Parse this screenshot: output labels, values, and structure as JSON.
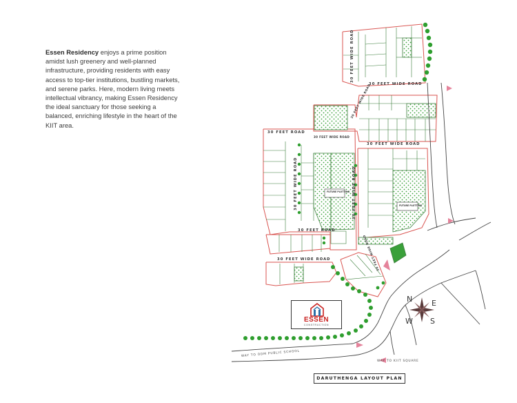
{
  "intro": {
    "brand": "Essen Residency",
    "text": " enjoys a prime position amidst lush greenery and well-planned infrastructure, providing residents with easy access to top-tier institutions, bustling markets, and serene parks. Here, modern living meets intellectual vibrancy, making Essen Residency the ideal sanctuary for those seeking a balanced, enriching lifestyle in the heart of the KIIT area."
  },
  "roads": {
    "r1": "30 FEET WIDE ROAD",
    "r2": "30 FEET WIDE ROAD",
    "r3": "30 FEET WIDE ROAD",
    "r4": "30 FEET ROAD",
    "r5": "30 FEET WIDE ROAD",
    "r6": "30 FEET WIDE ROAD",
    "r7": "30 FEET WIDE ROAD",
    "r8": "30 FEET ROAD",
    "r9": "30 FEET WIDE ROAD",
    "r10": "30 FEET WIDE ROAD",
    "r11": "30 FEET WIDE ROAD"
  },
  "future_plotting": {
    "left": "FUTURE PLOTTING",
    "right": "FUTURE PLOTTING"
  },
  "ways": {
    "odm": "WAY TO ODM PUBLIC SCHOOL",
    "kiit": "WAY TO KIIT SQUARE"
  },
  "compass": {
    "n": "N",
    "e": "E",
    "s": "S",
    "w": "W"
  },
  "logo": {
    "name": "ESSEN",
    "sub": "CONSTRUCTION"
  },
  "plan_title": "DARUTHENGA LAYOUT PLAN",
  "colors": {
    "boundary": "#d9534f",
    "plot_line": "#3a7d3a",
    "tree": "#2e9e2e",
    "text": "#3a3a3a",
    "logo_red": "#c8201e",
    "compass": "#5b3b3b"
  }
}
